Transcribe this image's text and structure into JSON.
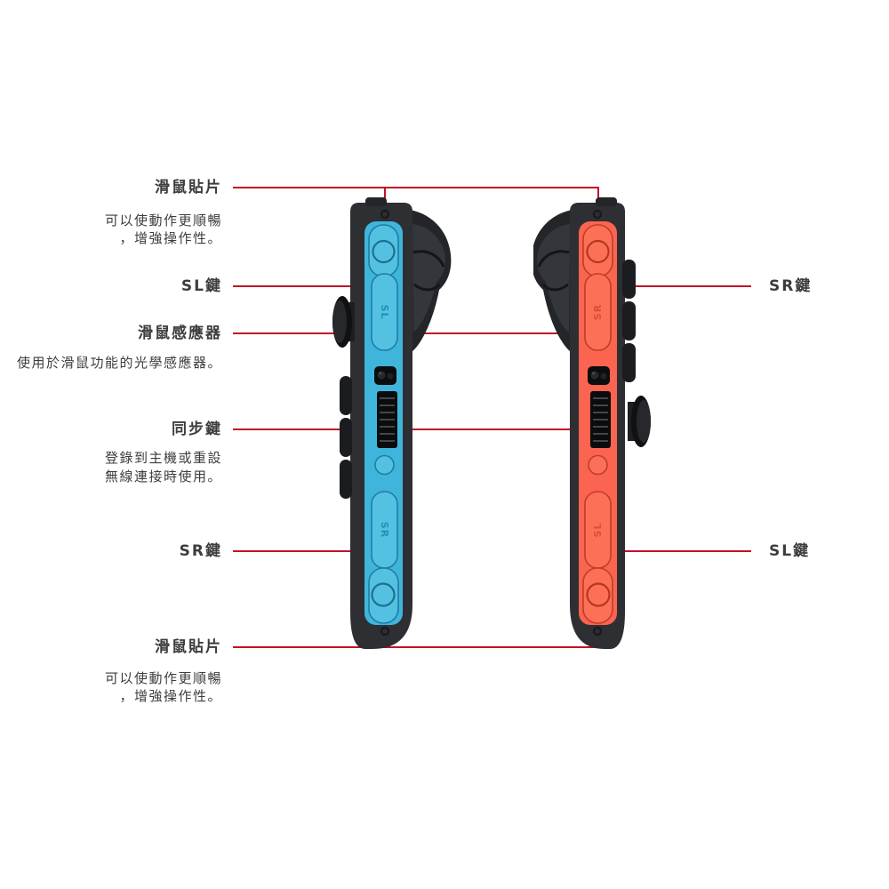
{
  "colors": {
    "neon_blue": "#40b5dc",
    "neon_blue_light": "#55c1e2",
    "neon_red": "#fb6450",
    "neon_red_light": "#fd7058",
    "callout_line": "#c11226",
    "callout_dot": "#d60f2e",
    "text": "#3d3d3d",
    "body_dark": "#2d2f33"
  },
  "labels": {
    "left": [
      {
        "title": "滑鼠貼片",
        "desc": [
          "可以使動作更順暢",
          "，增強操作性。"
        ]
      },
      {
        "title": "SL鍵"
      },
      {
        "title": "滑鼠感應器",
        "desc": [
          "使用於滑鼠功能的光學感應器。"
        ]
      },
      {
        "title": "同步鍵",
        "desc": [
          "登錄到主機或重設",
          "無線連接時使用。"
        ]
      },
      {
        "title": "SR鍵"
      },
      {
        "title": "滑鼠貼片",
        "desc": [
          "可以使動作更順暢",
          "，增強操作性。"
        ]
      }
    ],
    "right": [
      {
        "title": "SR鍵"
      },
      {
        "title": "SL鍵"
      }
    ]
  },
  "joycons": {
    "left": {
      "color": "neon-blue",
      "top_button": "SL",
      "bottom_button": "SR"
    },
    "right": {
      "color": "neon-red",
      "top_button": "SR",
      "bottom_button": "SL"
    }
  }
}
